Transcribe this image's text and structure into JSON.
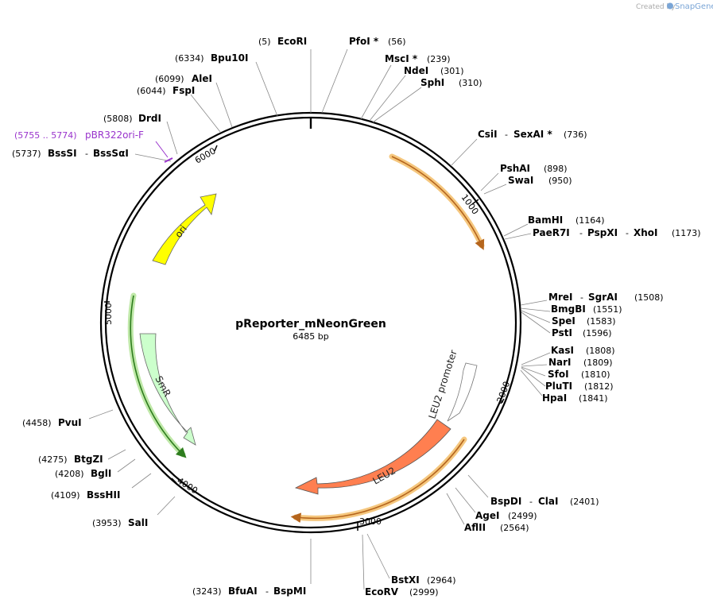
{
  "credit": {
    "prefix": "Created by",
    "brand": "SnapGene"
  },
  "plasmid": {
    "name": "pReporter_mNeonGreen",
    "size_label": "6485 bp"
  },
  "ticks": [
    "1000",
    "2000",
    "3000",
    "4000",
    "5000",
    "6000"
  ],
  "features": {
    "ori": "ori",
    "smr": "SmR",
    "leu2": "LEU2",
    "leu2_promoter": "LEU2 promoter"
  },
  "primer": {
    "pos": "(5755 .. 5774)",
    "name": "pBR322ori-F"
  },
  "sites": {
    "ecori": {
      "pos": "(5)",
      "name": "EcoRI"
    },
    "pfoi": {
      "name": "PfoI *",
      "pos": "(56)"
    },
    "msci": {
      "name": "MscI *",
      "pos": "(239)"
    },
    "ndei": {
      "name": "NdeI",
      "pos": "(301)"
    },
    "sphi": {
      "name": "SphI",
      "pos": "(310)"
    },
    "csii": {
      "name": "CsiI",
      "sep": "-",
      "name2": "SexAI *",
      "pos": "(736)"
    },
    "pshai": {
      "name": "PshAI",
      "pos": "(898)"
    },
    "swai": {
      "name": "SwaI",
      "pos": "(950)"
    },
    "bamhi": {
      "name": "BamHI",
      "pos": "(1164)"
    },
    "paer7i": {
      "name": "PaeR7I",
      "sep": "-",
      "name2": "PspXI",
      "sep2": "-",
      "name3": "XhoI",
      "pos": "(1173)"
    },
    "srei": {
      "name": "MreI",
      "sep": "-",
      "name2": "SgrAI",
      "pos": "(1508)"
    },
    "bmgbi": {
      "name": "BmgBI",
      "pos": "(1551)"
    },
    "spei": {
      "name": "SpeI",
      "pos": "(1583)"
    },
    "psti": {
      "name": "PstI",
      "pos": "(1596)"
    },
    "kasi": {
      "name": "KasI",
      "pos": "(1808)"
    },
    "nari": {
      "name": "NarI",
      "pos": "(1809)"
    },
    "sfoi": {
      "name": "SfoI",
      "pos": "(1810)"
    },
    "pluti": {
      "name": "PluTI",
      "pos": "(1812)"
    },
    "hpai": {
      "name": "HpaI",
      "pos": "(1841)"
    },
    "bspdi": {
      "name": "BspDI",
      "sep": "-",
      "name2": "ClaI",
      "pos": "(2401)"
    },
    "agei": {
      "name": "AgeI",
      "pos": "(2499)"
    },
    "aflii": {
      "name": "AflII",
      "pos": "(2564)"
    },
    "bstxi": {
      "name": "BstXI",
      "pos": "(2964)"
    },
    "ecorv": {
      "name": "EcoRV",
      "pos": "(2999)"
    },
    "bfuai": {
      "pos": "(3243)",
      "name": "BfuAI",
      "sep": "-",
      "name2": "BspMI"
    },
    "sali": {
      "pos": "(3953)",
      "name": "SalI"
    },
    "bsshii": {
      "pos": "(4109)",
      "name": "BssHII"
    },
    "bgli": {
      "pos": "(4208)",
      "name": "BglI"
    },
    "btgzi": {
      "pos": "(4275)",
      "name": "BtgZI"
    },
    "pvui": {
      "pos": "(4458)",
      "name": "PvuI"
    },
    "bsssi": {
      "pos": "(5737)",
      "name": "BssSI",
      "sep": "-",
      "name2": "BssSαI"
    },
    "drdi": {
      "pos": "(5808)",
      "name": "DrdI"
    },
    "fspi": {
      "pos": "(6044)",
      "name": "FspI"
    },
    "alei": {
      "pos": "(6099)",
      "name": "AleI"
    },
    "bpu10i": {
      "pos": "(6334)",
      "name": "Bpu10I"
    }
  },
  "colors": {
    "ori": "#ffff00",
    "smr": "#ccffcc",
    "leu2": "#ff7f50",
    "promoter": "#ffffff",
    "orange_glow": "#f5c77e",
    "green_glow": "#bfe8a8",
    "primer": "#9933cc"
  }
}
